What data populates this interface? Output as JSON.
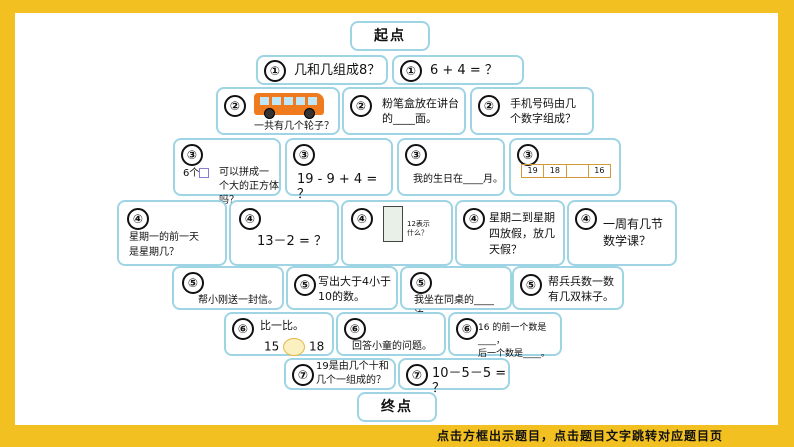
{
  "start": "起点",
  "end": "终点",
  "footer": "点击方框出示题目，点击题目文字跳转对应题目页",
  "rows": {
    "r1": [
      {
        "num": "①",
        "text": "几和几组成8？"
      },
      {
        "num": "①",
        "text": "6 + 4 = ？"
      }
    ],
    "r2": [
      {
        "num": "②",
        "text": "一共有几个轮子？"
      },
      {
        "num": "②",
        "text": "粉笔盒放在讲台\n的____面。"
      },
      {
        "num": "②",
        "text": "手机号码由几\n个数字组成？"
      }
    ],
    "r3": [
      {
        "num": "③",
        "text_a": "6个",
        "text_b": "可以拼成一\n个大的正方体吗？"
      },
      {
        "num": "③",
        "text": "19 - 9 + 4 = ？"
      },
      {
        "num": "③",
        "text": "我的生日在____月。"
      },
      {
        "num": "③",
        "cells": [
          "19",
          "18",
          "",
          "16"
        ]
      }
    ],
    "r4": [
      {
        "num": "④",
        "text": "星期一的前一天\n是星期几？"
      },
      {
        "num": "④",
        "text": "13－2 = ？"
      },
      {
        "num": "④",
        "text": "12表示\n什么？"
      },
      {
        "num": "④",
        "text": "星期二到星期\n四放假，放几\n天假？"
      },
      {
        "num": "④",
        "text": "一周有几节\n数学课？"
      }
    ],
    "r5": [
      {
        "num": "⑤",
        "text": "帮小刚送一封信。"
      },
      {
        "num": "⑤",
        "text": "写出大于4小于\n10的数。"
      },
      {
        "num": "⑤",
        "text": "我坐在同桌的____边。"
      },
      {
        "num": "⑤",
        "text": "帮兵兵数一数\n有几双袜子。"
      }
    ],
    "r6": [
      {
        "num": "⑥",
        "text": "比一比。",
        "left": "15",
        "right": "18"
      },
      {
        "num": "⑥",
        "text": "回答小童的问题。"
      },
      {
        "num": "⑥",
        "text": "16 的前一个数是____，\n后一个数是____。"
      }
    ],
    "r7": [
      {
        "num": "⑦",
        "text": "19是由几个十和\n几个一组成的？"
      },
      {
        "num": "⑦",
        "text": "10－5－5 = ？"
      }
    ]
  }
}
